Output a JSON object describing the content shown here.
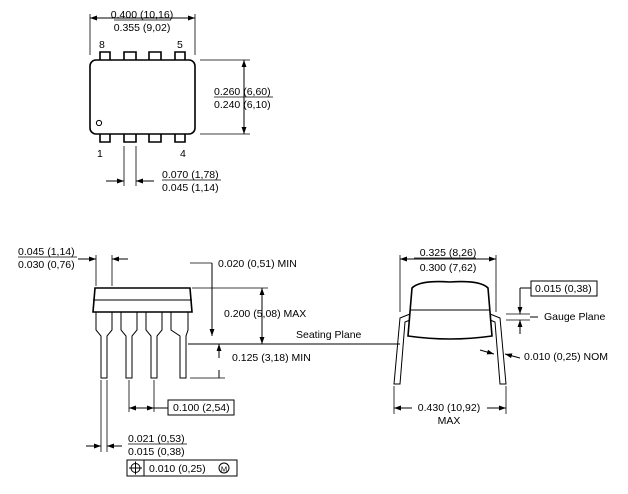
{
  "top_view": {
    "width_max": "0.400 (10,16)",
    "width_min": "0.355 (9,02)",
    "height_max": "0.260 (6,60)",
    "height_min": "0.240 (6,10)",
    "pin_8": "8",
    "pin_5": "5",
    "pin_1": "1",
    "pin_4": "4",
    "pin_width_max": "0.070 (1,78)",
    "pin_width_min": "0.045 (1,14)"
  },
  "side_view": {
    "shoulder_max": "0.045 (1,14)",
    "shoulder_min": "0.030 (0,76)",
    "standoff_min": "0.020 (0,51) MIN",
    "body_height_max": "0.200 (5,08) MAX",
    "seating_plane": "Seating Plane",
    "lead_length_min": "0.125 (3,18) MIN",
    "pitch": "0.100 (2,54)",
    "lead_width_max": "0.021 (0,53)",
    "lead_width_min": "0.015 (0,38)",
    "tolerance": "0.010 (0,25)",
    "tolerance_modifier": "M"
  },
  "end_view": {
    "row_spacing_max": "0.325 (8,26)",
    "row_spacing_min": "0.300 (7,62)",
    "lead_thickness": "0.015 (0,38)",
    "gauge_plane": "Gauge Plane",
    "lead_angle_nom": "0.010 (0,25) NOM",
    "lead_span": "0.430 (10,92)",
    "lead_span_suffix": "MAX"
  }
}
